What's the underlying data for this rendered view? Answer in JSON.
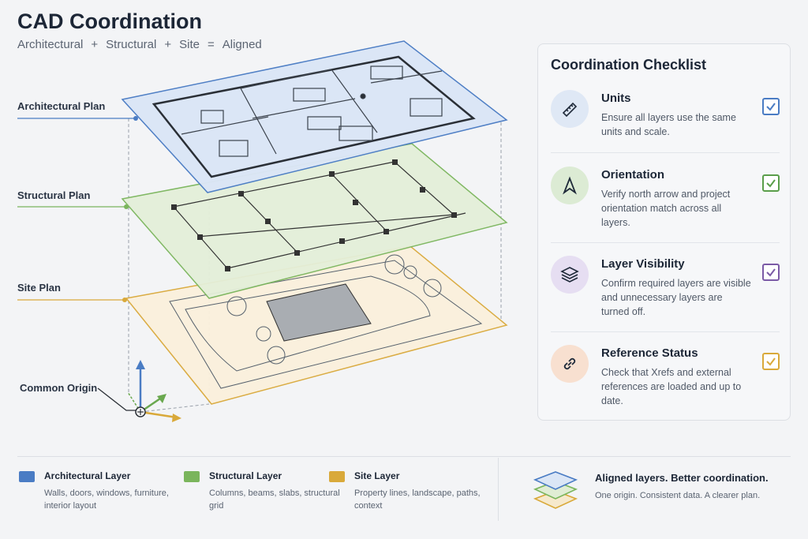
{
  "header": {
    "title": "CAD Coordination",
    "subtitle_parts": [
      "Architectural",
      "+",
      "Structural",
      "+",
      "Site",
      "=",
      "Aligned"
    ]
  },
  "plans": {
    "architectural": "Architectural Plan",
    "structural": "Structural Plan",
    "site": "Site Plan",
    "origin": "Common Origin"
  },
  "colors": {
    "architectural": "#4a7cc4",
    "structural": "#7ab55c",
    "site": "#d9a93a",
    "checklist_arch": "#4a7cc4",
    "checklist_struct": "#5a9e4a",
    "checklist_visibility": "#7b5aa6",
    "checklist_reference": "#d9a93a"
  },
  "checklist": {
    "title": "Coordination Checklist",
    "items": [
      {
        "title": "Units",
        "desc": "Ensure all layers use the same units and scale.",
        "icon": "ruler-icon",
        "checked": true
      },
      {
        "title": "Orientation",
        "desc": "Verify north arrow and project orientation match across all layers.",
        "icon": "north-arrow-icon",
        "checked": true
      },
      {
        "title": "Layer Visibility",
        "desc": "Confirm required layers are visible and unnecessary layers are turned off.",
        "icon": "layers-icon",
        "checked": true
      },
      {
        "title": "Reference Status",
        "desc": "Check that Xrefs and external references are loaded and up to date.",
        "icon": "link-icon",
        "checked": true
      }
    ]
  },
  "legend": {
    "items": [
      {
        "title": "Architectural Layer",
        "desc": "Walls, doors, windows, furniture, interior layout"
      },
      {
        "title": "Structural Layer",
        "desc": "Columns, beams, slabs, structural grid"
      },
      {
        "title": "Site Layer",
        "desc": "Property lines, landscape, paths, context"
      }
    ],
    "tagline": "Aligned layers. Better coordination.",
    "tagline_sub": "One origin. Consistent data. A clearer plan."
  }
}
